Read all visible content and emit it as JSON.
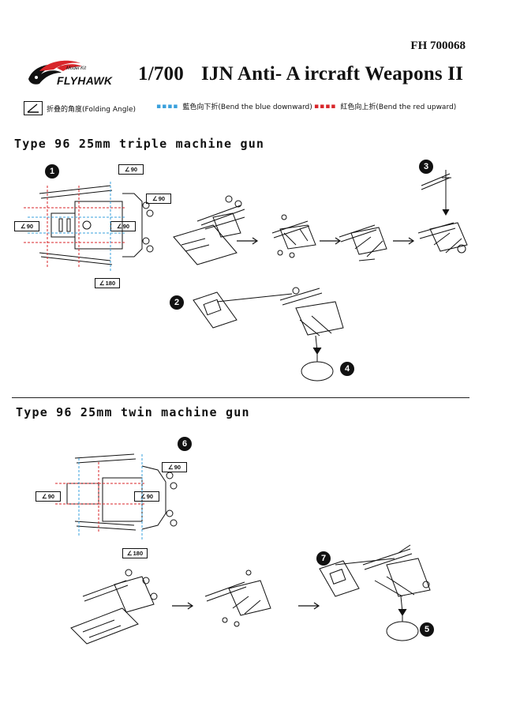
{
  "header": {
    "product_code": "FH 700068",
    "scale": "1/700",
    "title": "IJN Anti- A ircraft Weapons II",
    "brand": "FLYHAWK",
    "brand_tagline": "Model Kit"
  },
  "legend": {
    "folding": "折叠的角度(Folding Angle)",
    "blue": "藍色向下折(Bend the blue downward)",
    "red": "紅色向上折(Bend the red upward)"
  },
  "sections": [
    {
      "title": "Type 96 25mm triple machine gun"
    },
    {
      "title": "Type 96 25mm twin machine gun"
    }
  ],
  "steps": [
    "1",
    "2",
    "3",
    "4",
    "5",
    "6",
    "7"
  ],
  "angles": {
    "a90": "90",
    "a180": "180"
  },
  "colors": {
    "blue_dash": "#3aa0dc",
    "red_dash": "#d8262a",
    "ink": "#111111"
  }
}
